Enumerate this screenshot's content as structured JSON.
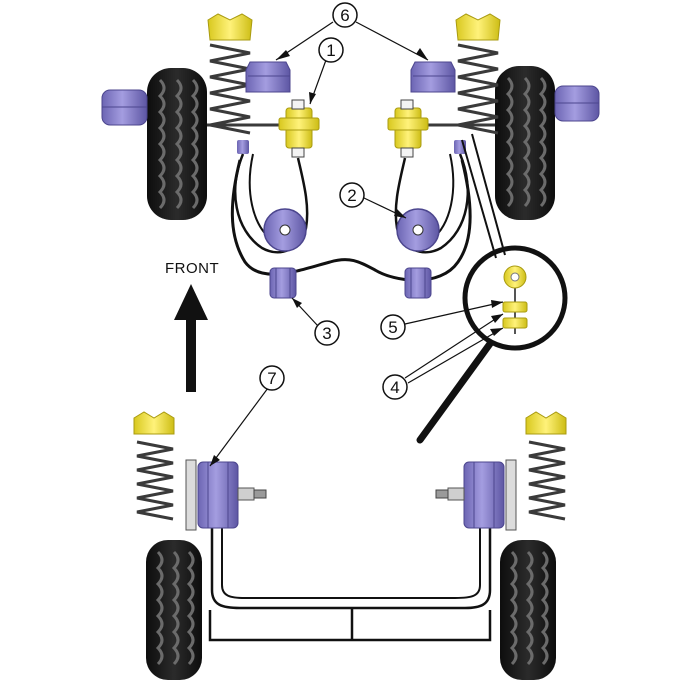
{
  "diagram": {
    "front_label": "FRONT",
    "callouts": [
      {
        "id": "callout-1",
        "label": "1"
      },
      {
        "id": "callout-2",
        "label": "2"
      },
      {
        "id": "callout-3",
        "label": "3"
      },
      {
        "id": "callout-4",
        "label": "4"
      },
      {
        "id": "callout-5",
        "label": "5"
      },
      {
        "id": "callout-6",
        "label": "6"
      },
      {
        "id": "callout-7",
        "label": "7"
      }
    ],
    "colors": {
      "bush_yellow": "#f5e532",
      "bush_purple": "#8b83c8",
      "bush_purple_dark": "#5a53a0",
      "tyre": "#1b1b1b",
      "tread": "#6b6b6b",
      "spring": "#3a3a3a",
      "line": "#111111"
    }
  }
}
